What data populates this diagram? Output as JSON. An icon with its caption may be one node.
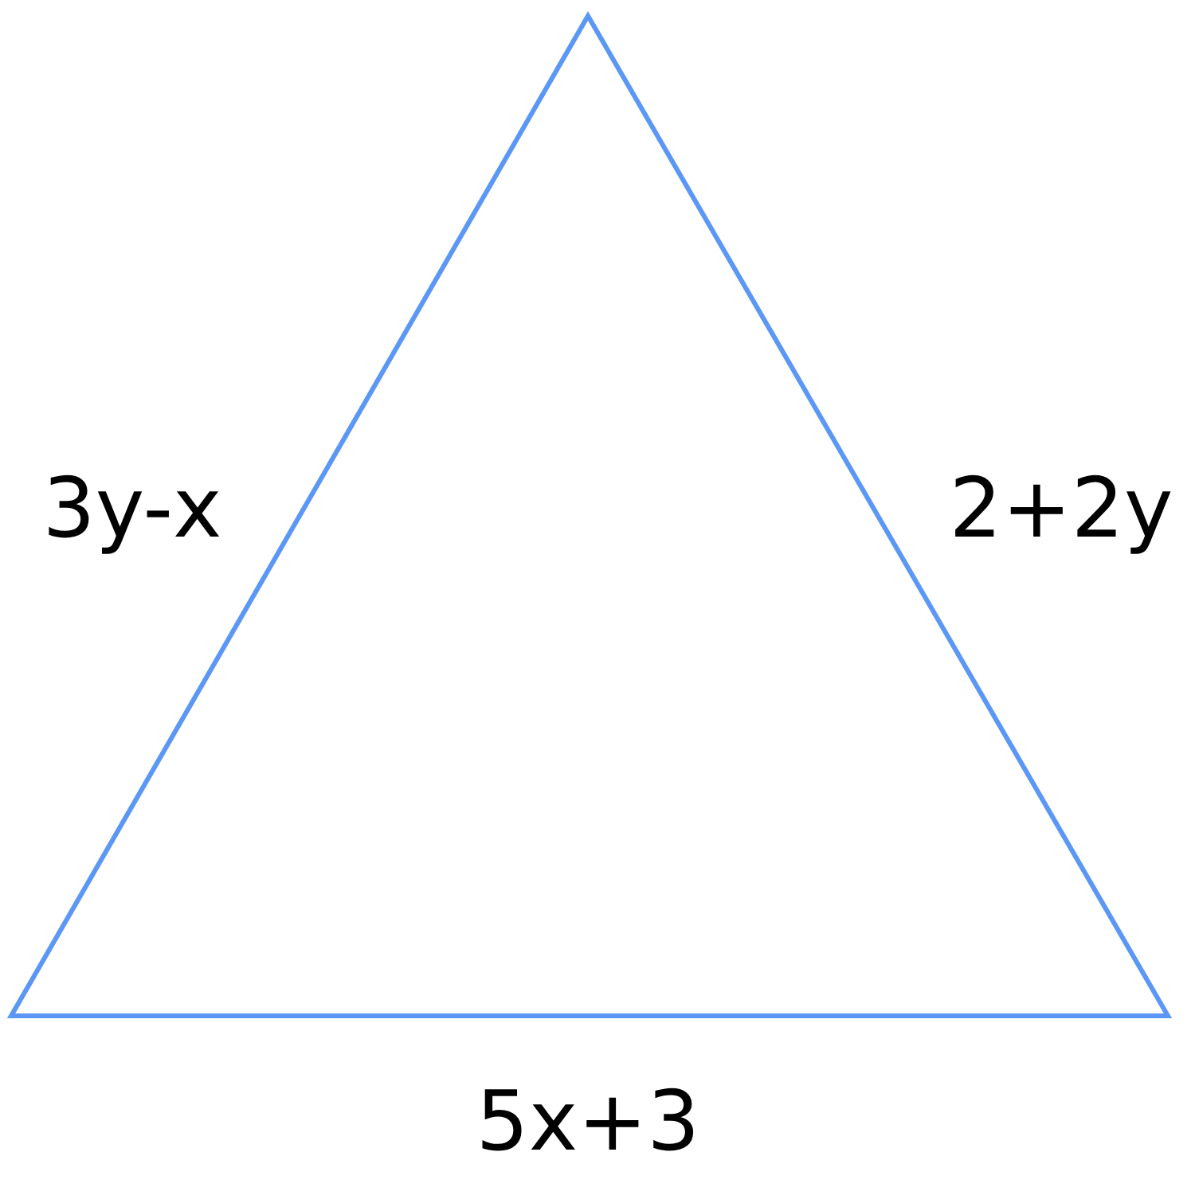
{
  "diagram": {
    "labels": [
      "3y-x",
      "2+2y",
      "5x+3"
    ]
  }
}
